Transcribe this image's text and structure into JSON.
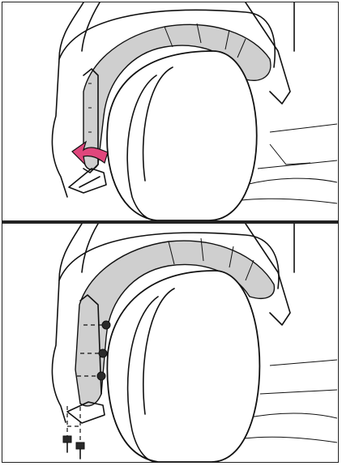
{
  "figure": {
    "panels": [
      {
        "step": "remove",
        "arrow": {
          "color": "#e0467c",
          "direction": "outward"
        }
      },
      {
        "step": "install",
        "fastener_count": 5
      }
    ]
  },
  "colors": {
    "line": "#111111",
    "liner_fill": "#cfcfcf",
    "arrow": "#e0467c",
    "background": "#ffffff"
  }
}
